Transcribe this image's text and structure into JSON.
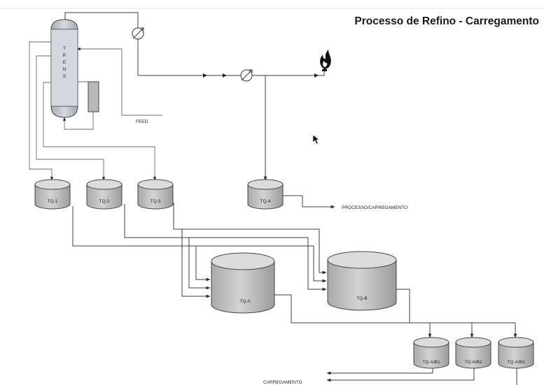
{
  "title": "Processo de Refino - Carregamento",
  "tower": {
    "letters": [
      "T",
      "R",
      "E",
      "N",
      "S"
    ]
  },
  "labels": {
    "feed": "FEED",
    "processo": "PROCESSO/CARREGAMENTO",
    "carregamento": "CARREGAMENTO"
  },
  "tanks": {
    "tq1": "TQ-1",
    "tq2": "TQ-2",
    "tq3": "TQ-3",
    "tq4": "TQ-4",
    "tqa": "TQ-A",
    "tqb": "TQ-B",
    "tqab1": "TQ-A/B1",
    "tqab2": "TQ-A/B2",
    "tqab3": "TQ-A/B3"
  },
  "icons": {
    "flare": "flare-flame-icon",
    "heat_exchanger": "heat-exchanger-icon",
    "cursor": "mouse-pointer-icon"
  },
  "colors": {
    "tank_fill": "#c2c2c2",
    "tower_fill": "#bfc4cc",
    "pipe": "#3d3d3d",
    "flame": "#111111"
  }
}
